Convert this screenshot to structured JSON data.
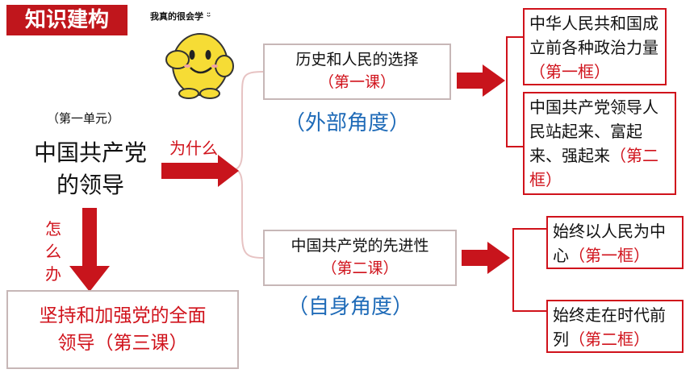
{
  "header": {
    "title": "知识建构"
  },
  "mascot": {
    "caption": "我真的很会学 ᵕ̈"
  },
  "left": {
    "unit": "（第一单元）",
    "topic_line1": "中国共产党",
    "topic_line2": "的领导",
    "why": "为什么",
    "how_1": "怎",
    "how_2": "么",
    "how_3": "办",
    "bottom_line1": "坚持和加强党的全面",
    "bottom_line2": "领导（第三课）"
  },
  "middle": {
    "box1_title": "历史和人民的选择",
    "box1_lesson": "（第一课）",
    "angle1": "（外部角度）",
    "box2_title": "中国共产党的先进性",
    "box2_lesson": "（第二课）",
    "angle2": "（自身角度）"
  },
  "right": {
    "r1_text": "中华人民共和国成立前各种政治力量",
    "r1_frame": "（第一框）",
    "r2_text": "中国共产党领导人民站起来、富起来、强起来",
    "r2_frame": "（第二框）",
    "r3_text": "始终以人民为中心",
    "r3_frame": "（第一框）",
    "r4_text": "始终走在时代前列",
    "r4_frame": "（第二框）"
  },
  "colors": {
    "accent_red": "#d0121b",
    "angle_blue": "#1f6bb8",
    "title_bg": "#c0161c"
  }
}
